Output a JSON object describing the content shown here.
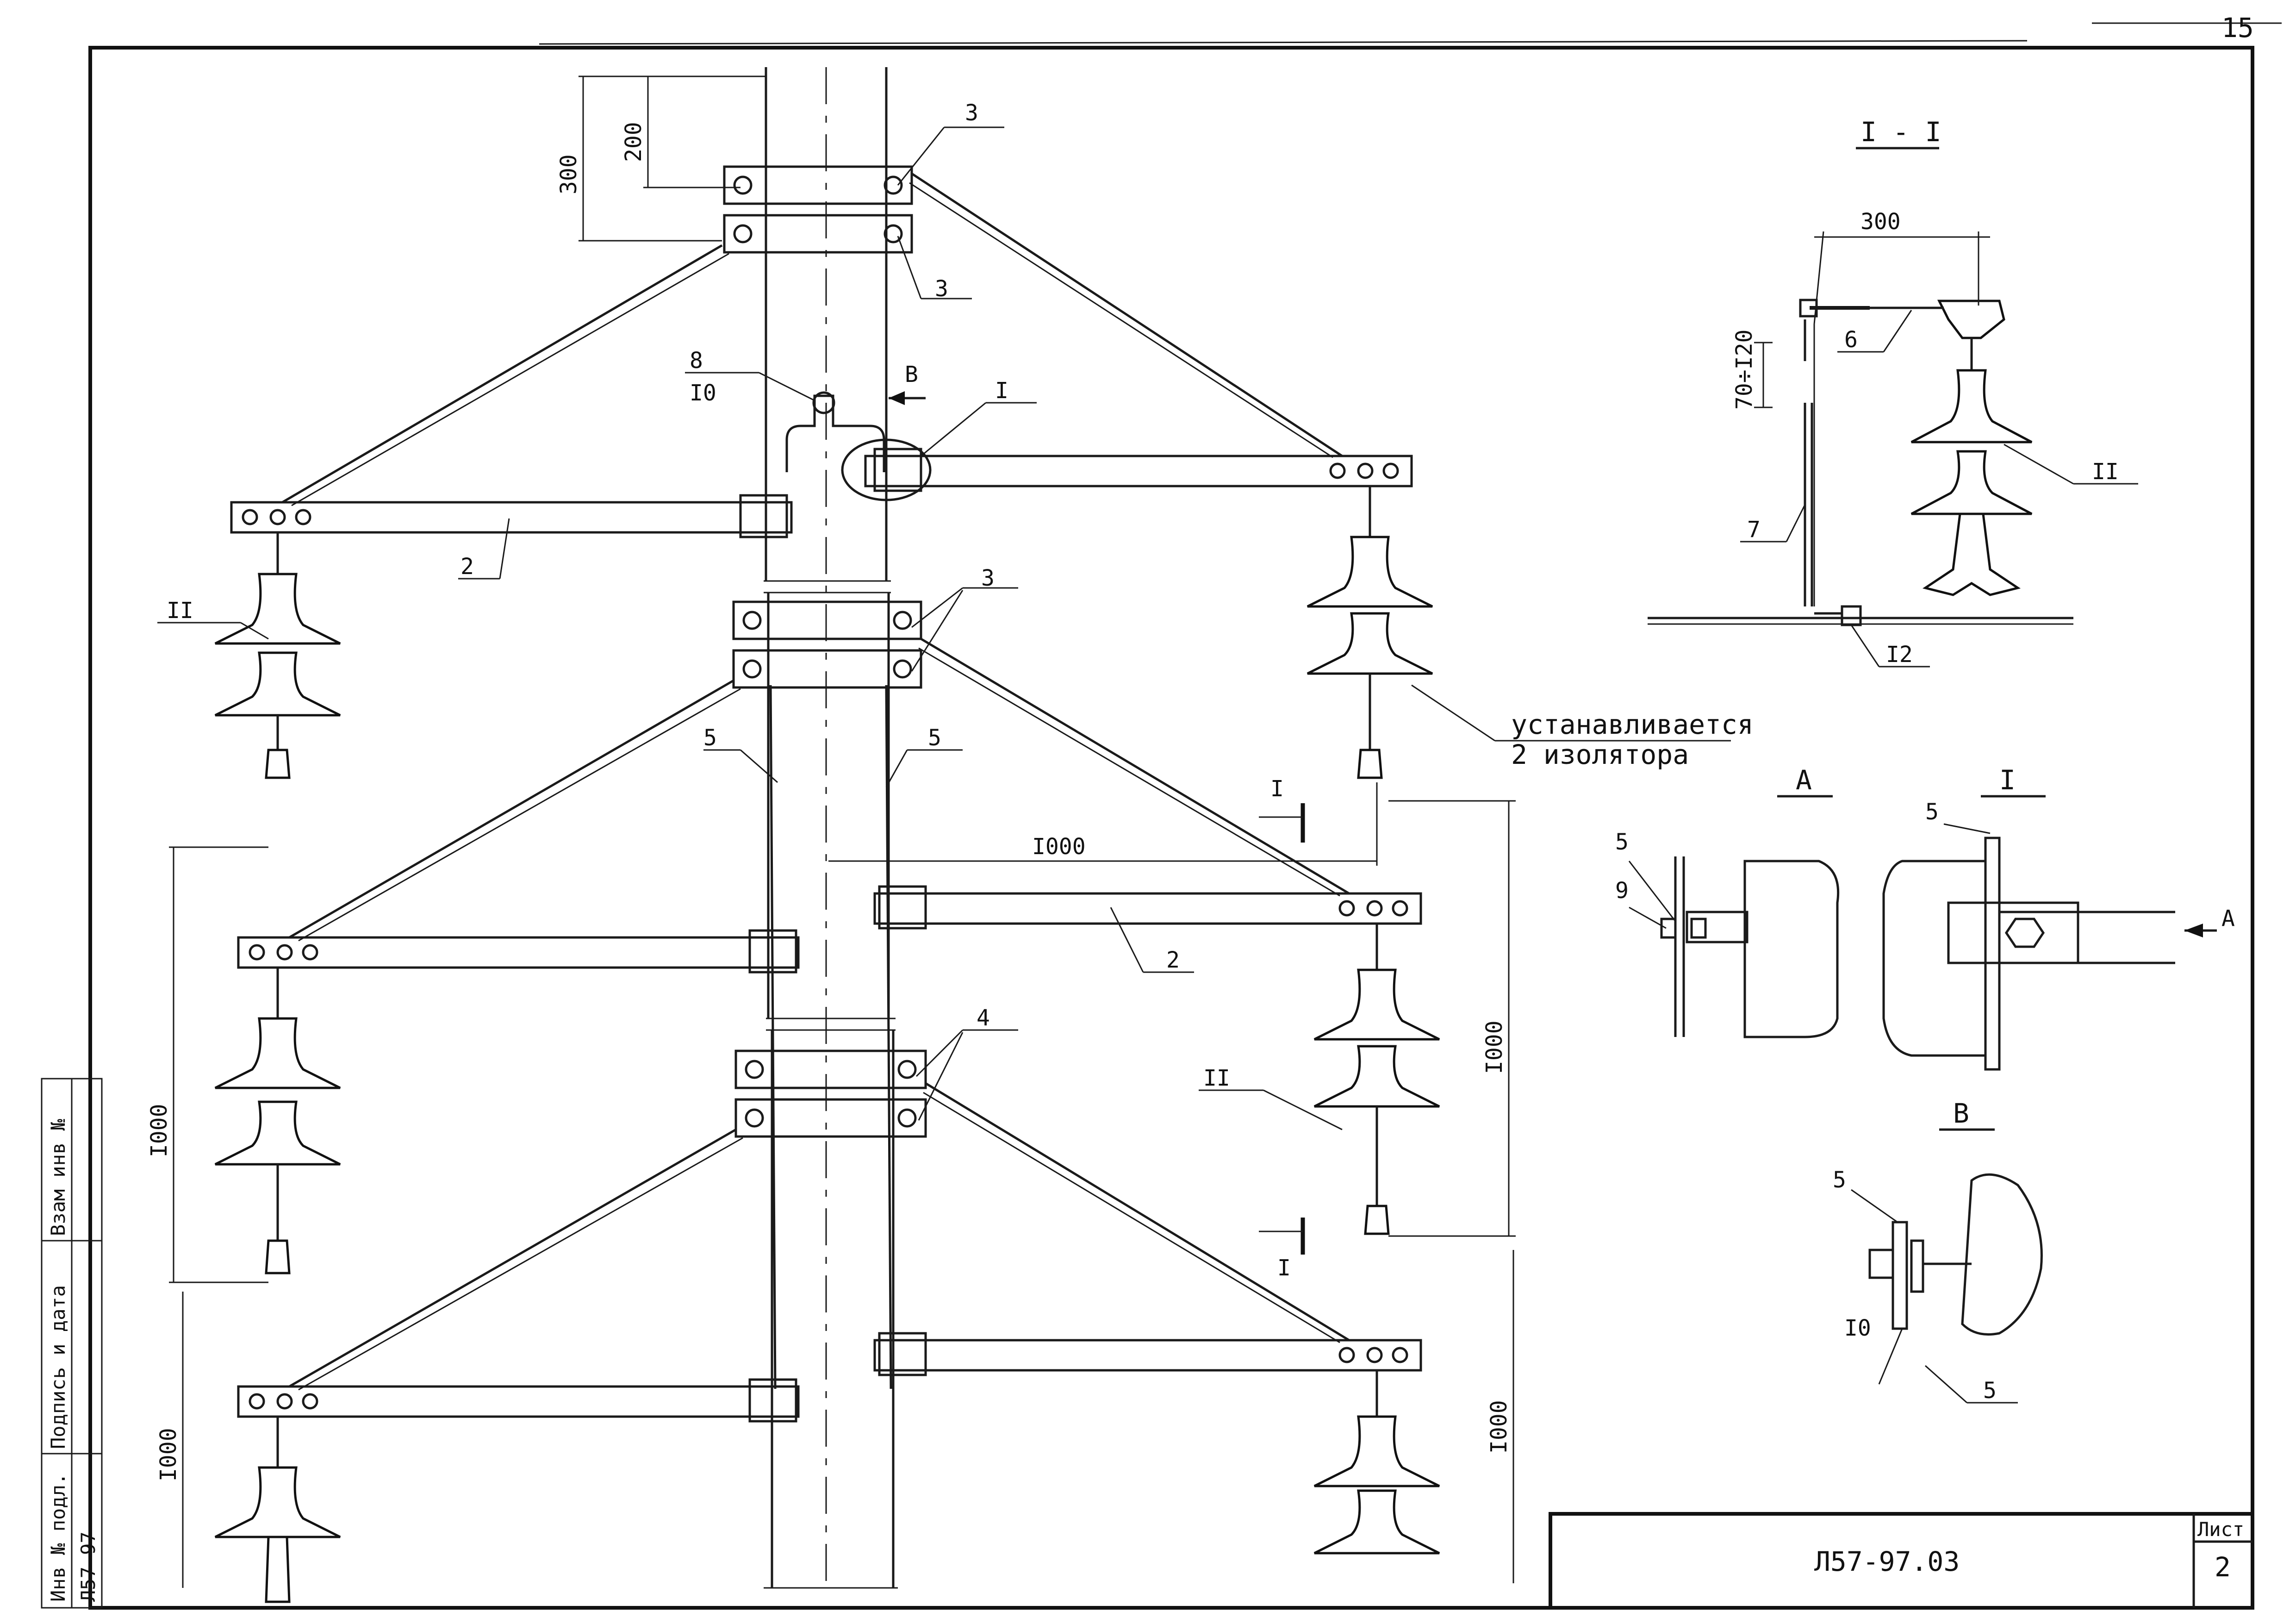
{
  "sheet": {
    "page_number": "15",
    "designation": "Л57-97.03",
    "sheet_label": "Лист",
    "sheet_number": "2"
  },
  "side_stamp": {
    "inv_no_label": "Инв № подл.",
    "inv_no_value": "Л57-97",
    "sign_date_label": "Подпись и дата",
    "replace_label": "Взам инв №"
  },
  "main_view": {
    "dim_300": "300",
    "dim_200": "200",
    "dim_1000_horizontal": "I000",
    "dim_1000_left_a": "I000",
    "dim_1000_left_b": "I000",
    "dim_1000_right_a": "I000",
    "dim_1000_right_b": "I000",
    "callout_3_top": "3",
    "callout_3_second": "3",
    "callout_3_middle": "3",
    "callout_4": "4",
    "callout_5_left": "5",
    "callout_5_right": "5",
    "callout_2_top": "2",
    "callout_2_middle": "2",
    "callout_8": "8",
    "callout_10": "I0",
    "view_B_arrow": "В",
    "node_I": "I",
    "insulator_II_left": "II",
    "insulator_II_right": "II",
    "section_mark_top": "I",
    "section_mark_bottom": "I",
    "note_line1": "устанавливается",
    "note_line2": "2 изолятора"
  },
  "section_I_I": {
    "title": "I - I",
    "dim_300": "300",
    "dim_70_120": "70÷I20",
    "callout_6": "6",
    "callout_7": "7",
    "callout_12": "I2",
    "insulator_II": "II"
  },
  "view_A": {
    "title": "А",
    "callout_5": "5",
    "callout_9": "9"
  },
  "node_I_detail": {
    "title": "I",
    "callout_5": "5",
    "arrow_A": "А"
  },
  "view_B": {
    "title": "В",
    "callout_5_top": "5",
    "callout_10": "I0",
    "callout_5_bottom": "5"
  }
}
